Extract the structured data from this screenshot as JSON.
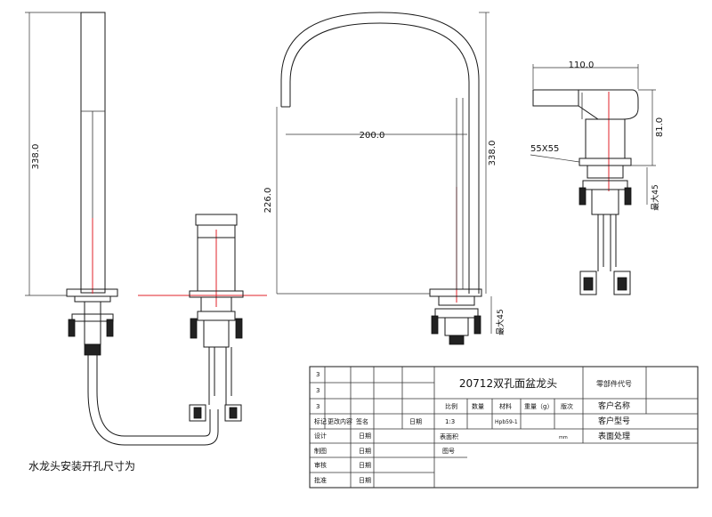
{
  "dimensions": {
    "handshower_height": "338.0",
    "spout_height": "338.0",
    "spout_reach": "200.0",
    "spout_clearance": "226.0",
    "spout_max_thickness": "最大45",
    "handle_width": "110.0",
    "handle_height": "81.0",
    "base_size": "55X55",
    "handle_max_thickness": "最大45"
  },
  "caption": "水龙头安装开孔尺寸为",
  "title_block": {
    "row_marks": [
      "3",
      "3",
      "3"
    ],
    "product_name": "20712双孔面盆龙头",
    "part_code_label": "零部件代号",
    "header": {
      "mark": "标记",
      "change": "更改内容",
      "sign": "签名",
      "date": "日期",
      "scale_label": "比例",
      "quantity": "数量",
      "material": "材料",
      "weight": "重量（g）",
      "version": "版次"
    },
    "scale_value": "1:3",
    "material_value": "Hpb59-1",
    "customer_name": "客户名称",
    "customer_model": "客户型号",
    "surface_finish": "表面处理",
    "surface_area": "表面积",
    "unit_note": "mm",
    "roles": [
      {
        "role": "设计",
        "date": "日期"
      },
      {
        "role": "制图",
        "date": "日期"
      },
      {
        "role": "审核",
        "date": "日期"
      },
      {
        "role": "批准",
        "date": "日期"
      }
    ],
    "drawing_no_label": "图号"
  }
}
